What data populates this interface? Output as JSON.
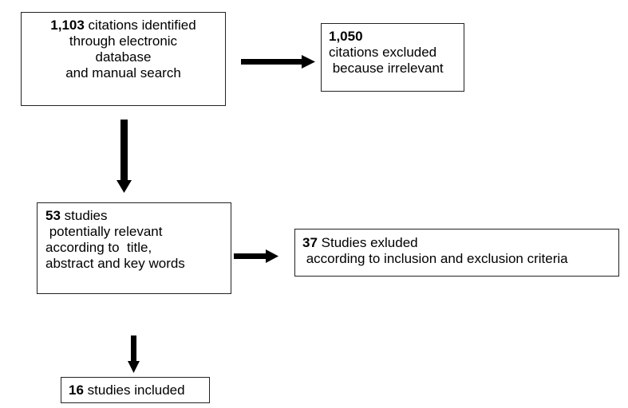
{
  "boxes": {
    "identified": {
      "count": "1,103",
      "lines": [
        " citations identified",
        "through electronic",
        "database",
        "and manual search"
      ]
    },
    "excluded_irrelevant": {
      "count": "1,050",
      "lines": [
        "citations excluded",
        " because irrelevant"
      ]
    },
    "potentially_relevant": {
      "count": "53",
      "lines": [
        " studies",
        " potentially relevant",
        "according to  title,",
        "abstract and key words"
      ]
    },
    "excluded_criteria": {
      "count": "37",
      "lines": [
        " Studies exluded",
        " according to inclusion and exclusion criteria"
      ]
    },
    "included": {
      "count": "16",
      "lines": [
        " studies included"
      ]
    }
  }
}
